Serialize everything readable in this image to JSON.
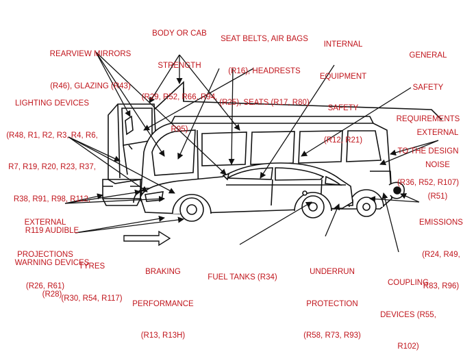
{
  "colors": {
    "label": "#c0141b",
    "drawing": "#111111"
  },
  "labels": {
    "body_cab": [
      "BODY OR CAB",
      "STRENGTH",
      "(R29, R52, R66, R94,",
      "R95)"
    ],
    "seat_belts": [
      "SEAT BELTS, AIR BAGS",
      "(R16), HEADRESTS",
      "(R25), SEATS (R17, R80)"
    ],
    "internal_equipment": [
      "INTERNAL",
      "EQUIPMENT",
      "SAFETY",
      "(R12, R21)"
    ],
    "general_safety": [
      "GENERAL",
      "SAFETY",
      "REQUIREMENTS",
      "TO THE DESIGN",
      "(R36, R52, R107)"
    ],
    "rearview": [
      "REARVIEW MIRRORS",
      "(R46), GLAZING (R43)"
    ],
    "lighting": [
      "LIGHTING DEVICES",
      "(R48, R1, R2, R3, R4, R6,",
      "R7, R19, R20, R23, R37,",
      "R38, R91, R98, R112,",
      "R119 AUDIBLE",
      "WARNING DEVICES",
      "(R28)"
    ],
    "external_noise": [
      "EXTERNAL",
      "NOISE",
      "(R51)"
    ],
    "external_projections": [
      "EXTERNAL",
      "PROJECTIONS",
      "(R26, R61)"
    ],
    "emissions": [
      "EMISSIONS",
      "(R24, R49,",
      "R83, R96)"
    ],
    "tyres": [
      "TYRES",
      "(R30, R54, R117)"
    ],
    "braking": [
      "BRAKING",
      "PERFORMANCE",
      "(R13, R13H)"
    ],
    "fuel_tanks": [
      "FUEL TANKS (R34)"
    ],
    "underrun": [
      "UNDERRUN",
      "PROTECTION",
      "(R58, R73, R93)"
    ],
    "coupling": [
      "COUPLING",
      "DEVICES (R55,",
      "R102)"
    ]
  }
}
